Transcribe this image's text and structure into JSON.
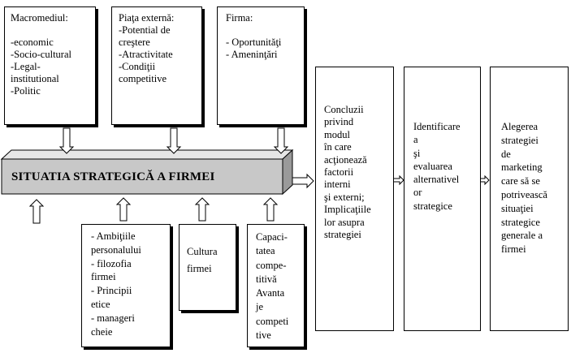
{
  "title": "SITUATIA STRATEGICĂ A FIRMEI",
  "top_boxes": {
    "macromediu": "Macromediul:\n\n-economic\n-Socio-cultural\n-Legal-\ninstitutional\n-Politic",
    "piata": "Piaţa externă:\n-Potential de\ncreştere\n-Atractivitate\n-Condiţii\ncompetitive",
    "firma": "Firma:\n\n- Oportunităţi\n- Ameninţări"
  },
  "bottom_boxes": {
    "ambitii": "- Ambiţiile\npersonalului\n- filozofia\nfirmei\n- Principii\netice\n- manageri\ncheie",
    "cultura": "Cultura\nfirmei",
    "capacitate": "Capaci-\ntatea\ncompe-\ntitivă\nAvanta\nje\ncompeti\ntive"
  },
  "right_boxes": {
    "concluzii": "Concluzii\nprivind\nmodul\nîn care\nacţionează\nfactorii\ninterni\nşi externi;\nImplicaţiile\nlor asupra\nstrategiei",
    "identificare": "Identificare\na\nşi\nevaluarea\nalternativel\nor\nstrategice",
    "alegerea": "Alegerea\nstrategiei\nde\nmarketing\ncare să se\npotrivească\nsituaţiei\nstrategice\ngenerale a\nfirmei"
  }
}
